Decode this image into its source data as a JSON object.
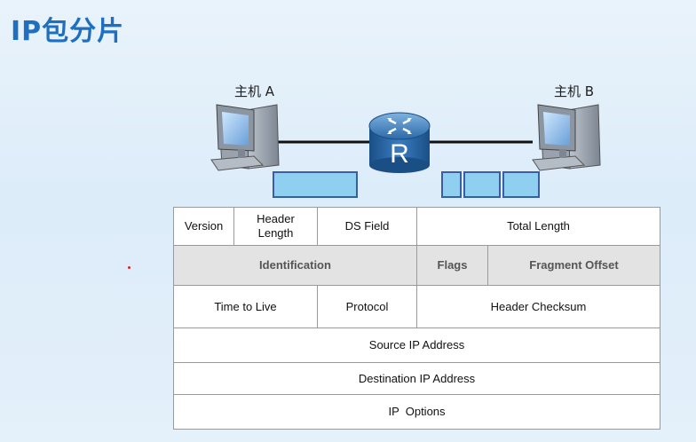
{
  "title": "IP包分片",
  "hosts": {
    "a_label": "主机 A",
    "b_label": "主机 B"
  },
  "router": {
    "letter": "R"
  },
  "packets": {
    "left_count": 1,
    "right_count": 3,
    "color": "#8fd0f0",
    "border": "#3a5fa0"
  },
  "ip_header": {
    "version": "Version",
    "header_length_line1": "Header",
    "header_length_line2": "Length",
    "ds_field": "DS Field",
    "total_length": "Total Length",
    "identification": "Identification",
    "flags": "Flags",
    "fragment_offset": "Fragment Offset",
    "ttl": "Time to Live",
    "protocol": "Protocol",
    "header_checksum": "Header Checksum",
    "source_ip": "Source IP Address",
    "destination_ip": "Destination IP Address",
    "ip_options": "IP  Options"
  },
  "colors": {
    "title": "#1f6fc0",
    "router_body": "#1f5f9e",
    "shaded_row": "#e3e3e3"
  }
}
